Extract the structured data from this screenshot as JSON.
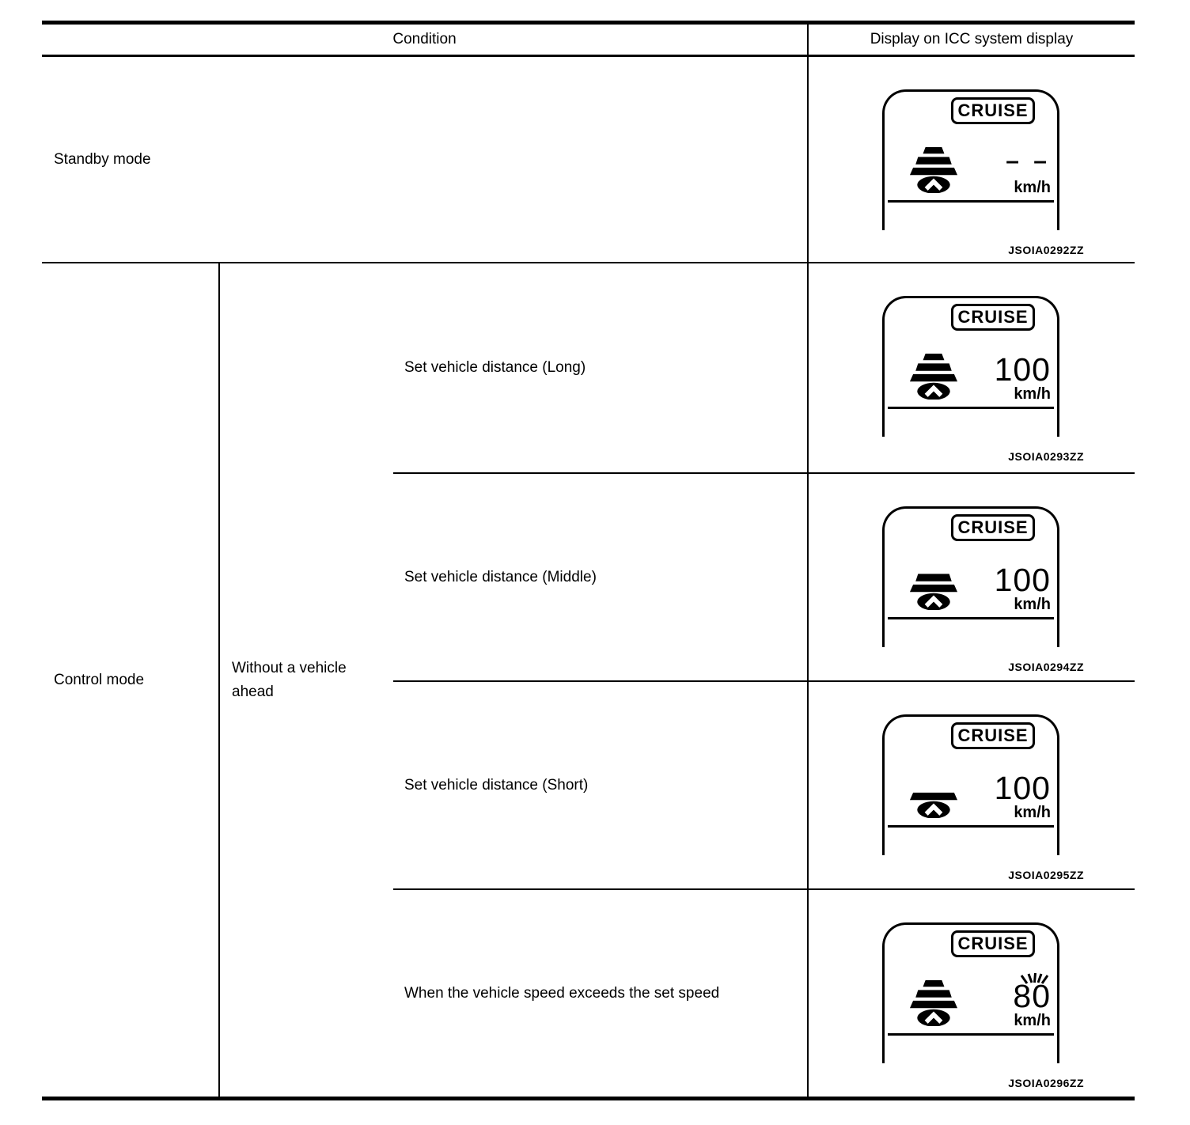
{
  "header": {
    "condition": "Condition",
    "display": "Display on ICC system display"
  },
  "rows": {
    "standby": {
      "label": "Standby mode"
    },
    "control": {
      "label": "Control mode",
      "sub_label": "Without a vehicle ahead",
      "conditions": [
        "Set vehicle distance (Long)",
        "Set vehicle distance (Middle)",
        "Set vehicle distance (Short)",
        "When the vehicle speed exceeds the set speed"
      ]
    }
  },
  "displays": [
    {
      "cruise": "CRUISE",
      "speed": "– –",
      "unit": "km/h",
      "bars": "3",
      "code": "JSOIA0292ZZ"
    },
    {
      "cruise": "CRUISE",
      "speed": "100",
      "unit": "km/h",
      "bars": "3",
      "code": "JSOIA0293ZZ"
    },
    {
      "cruise": "CRUISE",
      "speed": "100",
      "unit": "km/h",
      "bars": "2",
      "code": "JSOIA0294ZZ"
    },
    {
      "cruise": "CRUISE",
      "speed": "100",
      "unit": "km/h",
      "bars": "1",
      "code": "JSOIA0295ZZ"
    },
    {
      "cruise": "CRUISE",
      "speed": "80",
      "unit": "km/h",
      "bars": "3",
      "code": "JSOIA0296ZZ",
      "flashing": "true"
    }
  ],
  "colors": {
    "ink": "#000000",
    "background": "#ffffff"
  }
}
